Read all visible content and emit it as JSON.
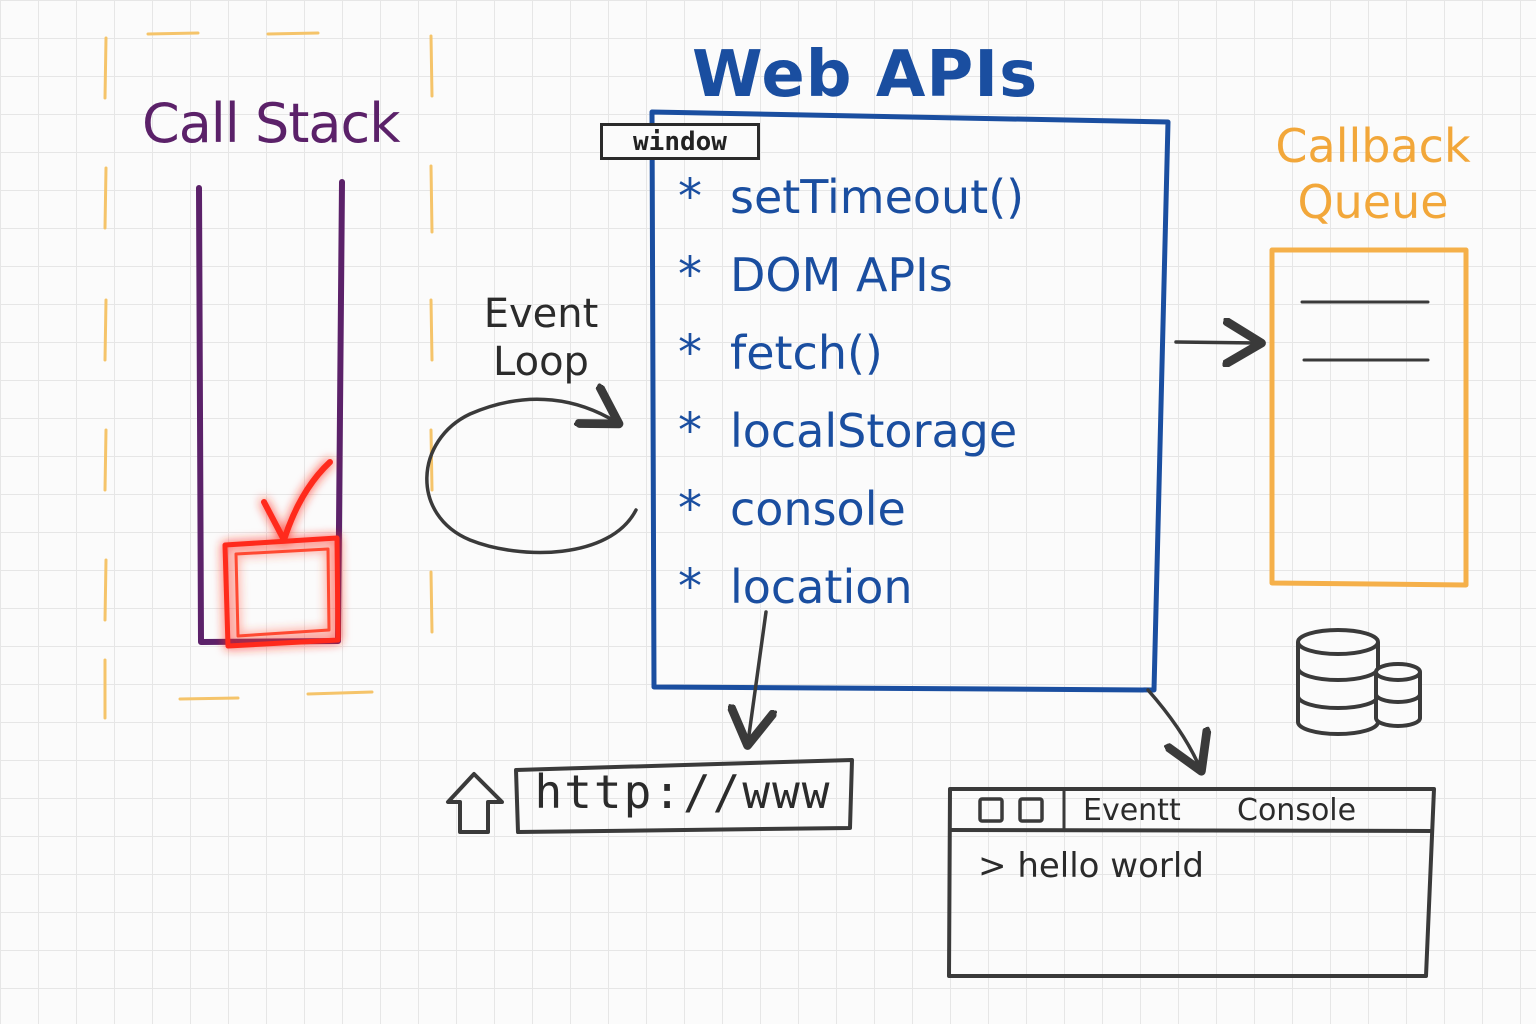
{
  "call_stack": {
    "title": "Call Stack"
  },
  "web_apis": {
    "title": "Web APIs",
    "window_label": "window",
    "items": [
      {
        "bullet": "*",
        "label": "setTimeout()"
      },
      {
        "bullet": "*",
        "label": "DOM APIs"
      },
      {
        "bullet": "*",
        "label": "fetch()"
      },
      {
        "bullet": "*",
        "label": "localStorage"
      },
      {
        "bullet": "*",
        "label": "console"
      },
      {
        "bullet": "*",
        "label": "location"
      }
    ]
  },
  "callback_queue": {
    "title_line1": "Callback",
    "title_line2": "Queue"
  },
  "event_loop": {
    "line1": "Event",
    "line2": "Loop"
  },
  "url_box": {
    "text": "http://www"
  },
  "console_panel": {
    "tab1": "Eventt",
    "tab2": "Console",
    "prompt": ">",
    "output": "hello world"
  },
  "colors": {
    "call_stack": "#5b2169",
    "web_apis": "#1a4ea0",
    "callback_queue": "#f2a73a",
    "highlight": "#ff2a1a",
    "ink": "#2b2b2b"
  },
  "icons": [
    "checkmark-icon",
    "database-icon",
    "up-arrow-icon",
    "window-buttons-icon"
  ]
}
